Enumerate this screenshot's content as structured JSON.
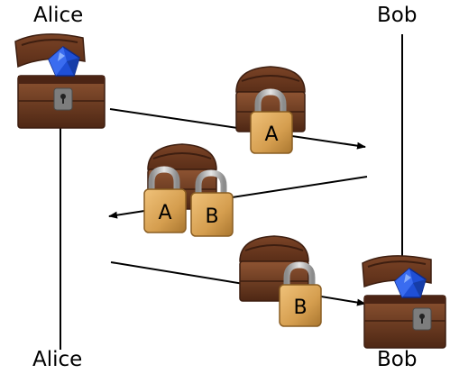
{
  "participants": {
    "sender": "Alice",
    "receiver": "Bob"
  },
  "locks": {
    "alice": "A",
    "bob": "B"
  },
  "colors": {
    "chest_wood": "#6b3a22",
    "chest_dark": "#3d1e10",
    "chest_highlight": "#8e5432",
    "lock_body": "#d9a85a",
    "lock_shackle": "#b8b8b8",
    "gem": "#1f4fd6",
    "line": "#000000"
  },
  "icons": [
    "treasure-chest-icon",
    "padlock-icon",
    "sapphire-gem-icon",
    "arrow-right-icon",
    "arrow-left-icon"
  ]
}
